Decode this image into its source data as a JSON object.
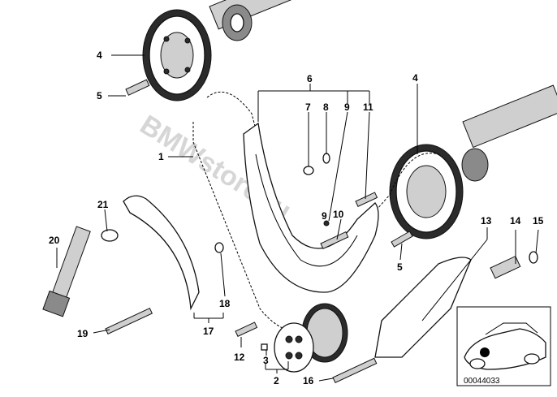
{
  "watermark": "BMWstore.ru",
  "diagram_code": "00044033",
  "callouts": {
    "c1": "1",
    "c2": "2",
    "c3": "3",
    "c4a": "4",
    "c4b": "4",
    "c5a": "5",
    "c5b": "5",
    "c6": "6",
    "c7": "7",
    "c8": "8",
    "c9a": "9",
    "c9b": "9",
    "c10": "10",
    "c11": "11",
    "c12": "12",
    "c13": "13",
    "c14": "14",
    "c15": "15",
    "c16": "16",
    "c17": "17",
    "c18": "18",
    "c19": "19",
    "c20": "20",
    "c21": "21"
  }
}
